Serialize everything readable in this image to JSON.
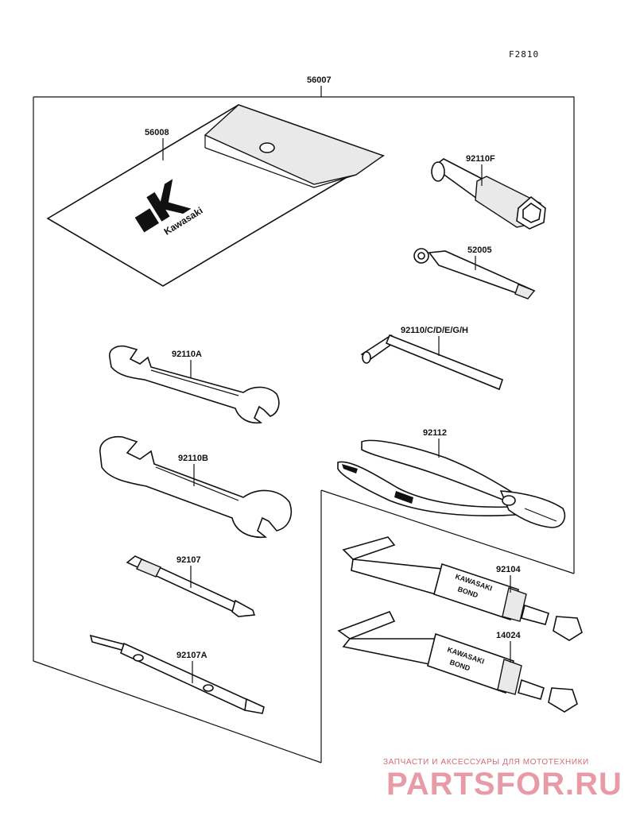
{
  "figure_code": "F2810",
  "parts": {
    "kit": "56007",
    "case": "56008",
    "plug_wrench": "92110F",
    "handle": "52005",
    "hex_wrench": "92110/C/D/E/G/H",
    "wrench_a": "92110A",
    "wrench_b": "92110B",
    "pliers": "92112",
    "screwdriver": "92107",
    "screwdriver_a": "92107A",
    "bond_1": "92104",
    "bond_2": "14024"
  },
  "logo": {
    "text": "Kawasaki"
  },
  "tube_label": {
    "line1": "KAWASAKI",
    "line2": "BOND"
  },
  "watermark": {
    "tagline": "ЗАПЧАСТИ И АКСЕССУАРЫ ДЛЯ МОТОТЕХНИКИ",
    "brand": "PARTSFOR.RU"
  }
}
